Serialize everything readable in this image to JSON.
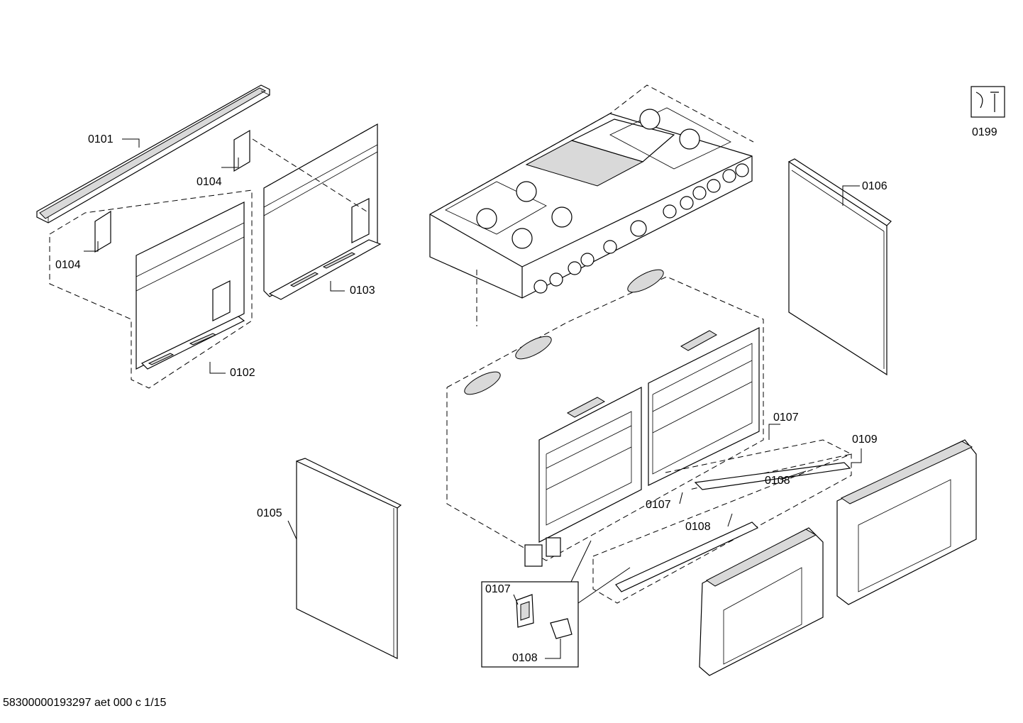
{
  "parts": {
    "p0101": "0101",
    "p0102": "0102",
    "p0103": "0103",
    "p0104a": "0104",
    "p0104b": "0104",
    "p0105": "0105",
    "p0106": "0106",
    "p0107a": "0107",
    "p0107b": "0107",
    "p0107c": "0107",
    "p0108a": "0108",
    "p0108b": "0108",
    "p0108c": "0108",
    "p0109": "0109",
    "p0199": "0199"
  },
  "footer": "58300000193297 aet 000 c 1/15"
}
